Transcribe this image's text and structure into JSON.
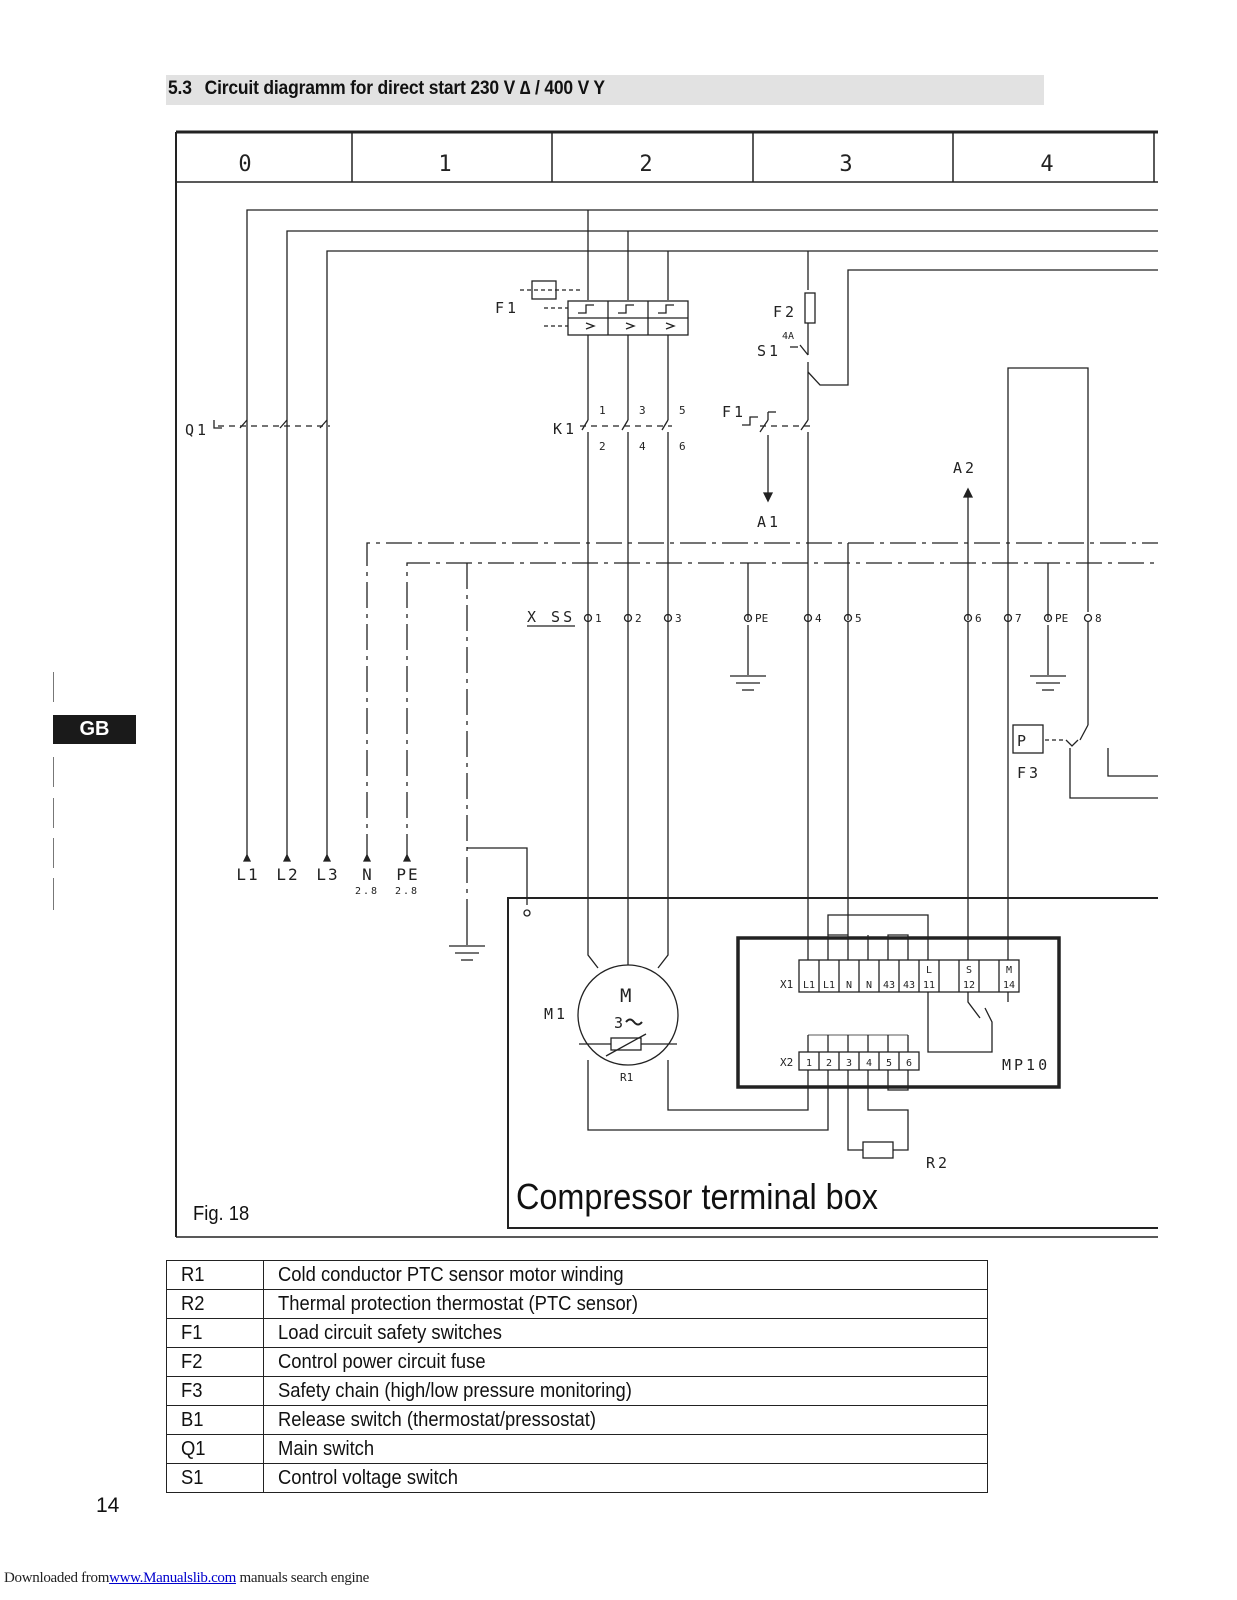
{
  "heading": {
    "number": "5.3",
    "title": "Circuit diagramm for direct start 230 V ∆ / 400 V Y"
  },
  "diagram": {
    "columns": [
      "0",
      "1",
      "2",
      "3",
      "4"
    ],
    "labels": {
      "F1": "F1",
      "F2": "F2",
      "fuse_rating": "4A",
      "S1": "S1",
      "Q1": "Q1",
      "K1": "K1",
      "A1": "A1",
      "A2": "A2",
      "XSS": "X SS",
      "F3": "F3",
      "M1": "M1",
      "R1": "R1",
      "R2": "R2",
      "MP10": "MP10",
      "motor_M": "M",
      "motor_phase": "3",
      "P": "P",
      "X1": "X1",
      "X2": "X2"
    },
    "k1_top": [
      "1",
      "3",
      "5"
    ],
    "k1_bottom": [
      "2",
      "4",
      "6"
    ],
    "terminals_left": [
      "1",
      "2",
      "3",
      "PE",
      "4",
      "5"
    ],
    "terminals_right": [
      "6",
      "7",
      "PE",
      "8"
    ],
    "supply": [
      "L1",
      "L2",
      "L3",
      "N",
      "PE"
    ],
    "supply_refs": [
      "2.8",
      "2.8"
    ],
    "x1_top": [
      "L",
      "S",
      "M"
    ],
    "x1_labels": [
      "L1",
      "L1",
      "N",
      "N",
      "43",
      "43",
      "11",
      "12",
      "14"
    ],
    "x2_labels": [
      "1",
      "2",
      "3",
      "4",
      "5",
      "6"
    ]
  },
  "side_tab": "GB",
  "figure_label": "Fig. 18",
  "box_title": "Compressor terminal box",
  "legend": [
    {
      "code": "R1",
      "description": "Cold conductor PTC sensor motor winding"
    },
    {
      "code": "R2",
      "description": "Thermal protection thermostat (PTC sensor)"
    },
    {
      "code": "F1",
      "description": "Load circuit safety switches"
    },
    {
      "code": "F2",
      "description": "Control power circuit fuse"
    },
    {
      "code": "F3",
      "description": "Safety chain (high/low pressure monitoring)"
    },
    {
      "code": "B1",
      "description": "Release switch (thermostat/pressostat)"
    },
    {
      "code": "Q1",
      "description": "Main switch"
    },
    {
      "code": "S1",
      "description": "Control voltage switch"
    }
  ],
  "page_number": "14",
  "footer": {
    "prefix": "Downloaded from",
    "link": "www.Manualslib.com",
    "suffix": " manuals search engine"
  }
}
